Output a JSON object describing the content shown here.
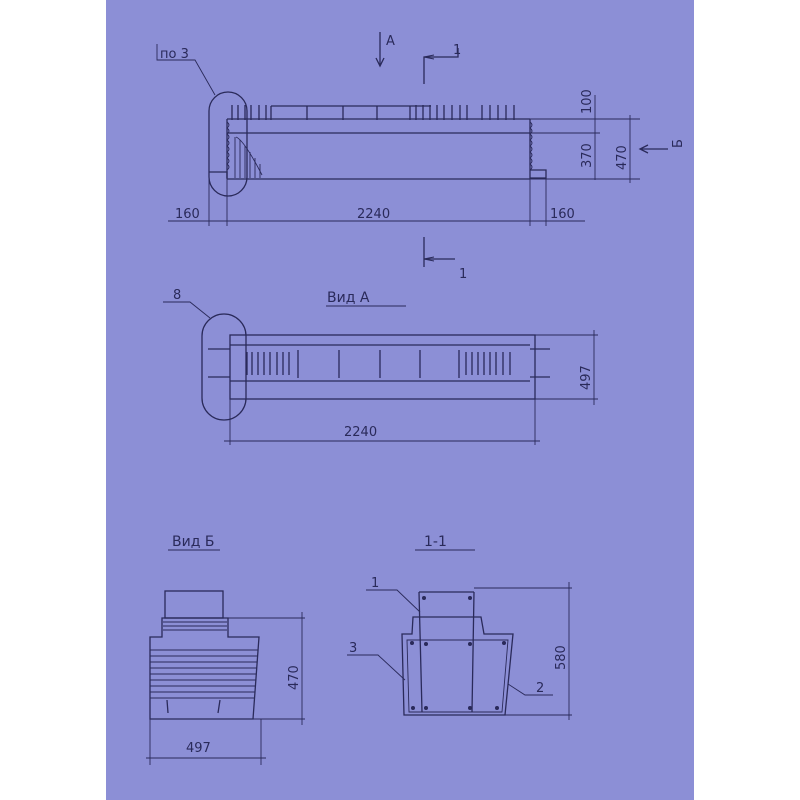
{
  "document": {
    "type": "reinforced concrete element drawing",
    "paper_color": "#8c8fd6",
    "ink_color": "#2a2a5a"
  },
  "elevation": {
    "callout": "по 3",
    "view_arrow_a": "А",
    "view_arrow_b": "Б",
    "section_mark_top": "1",
    "section_mark_bottom": "1",
    "dims": {
      "left_overhang": "160",
      "length": "2240",
      "right_overhang": "160",
      "top_height": "100",
      "body_height": "370",
      "total_height": "470"
    }
  },
  "view_a": {
    "title": "Вид А",
    "callout": "8",
    "dims": {
      "length": "2240",
      "width": "497"
    }
  },
  "view_b": {
    "title": "Вид Б",
    "dims": {
      "height": "470",
      "width": "497"
    }
  },
  "section_1_1": {
    "title": "1-1",
    "callouts": [
      "1",
      "2",
      "3"
    ],
    "dims": {
      "height": "580"
    }
  }
}
